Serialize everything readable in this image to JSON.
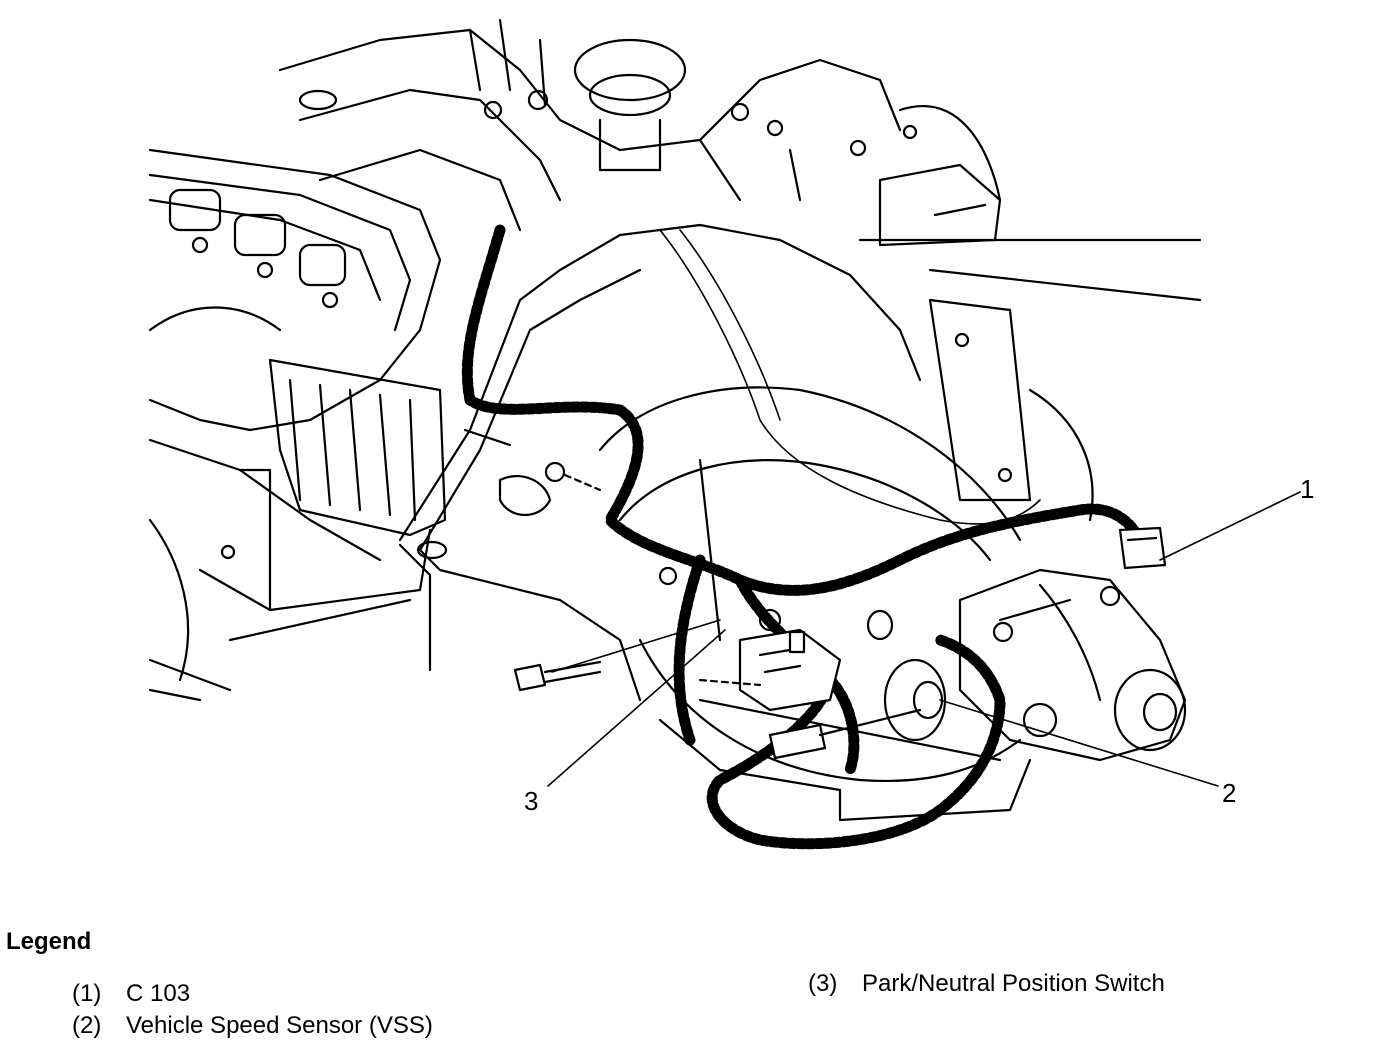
{
  "diagram": {
    "callouts": {
      "c1": "1",
      "c2": "2",
      "c3": "3"
    }
  },
  "legend": {
    "title": "Legend",
    "items": [
      {
        "num": "(1)",
        "label": "C 103"
      },
      {
        "num": "(2)",
        "label": "Vehicle Speed Sensor (VSS)"
      },
      {
        "num": "(3)",
        "label": "Park/Neutral Position Switch"
      }
    ]
  }
}
